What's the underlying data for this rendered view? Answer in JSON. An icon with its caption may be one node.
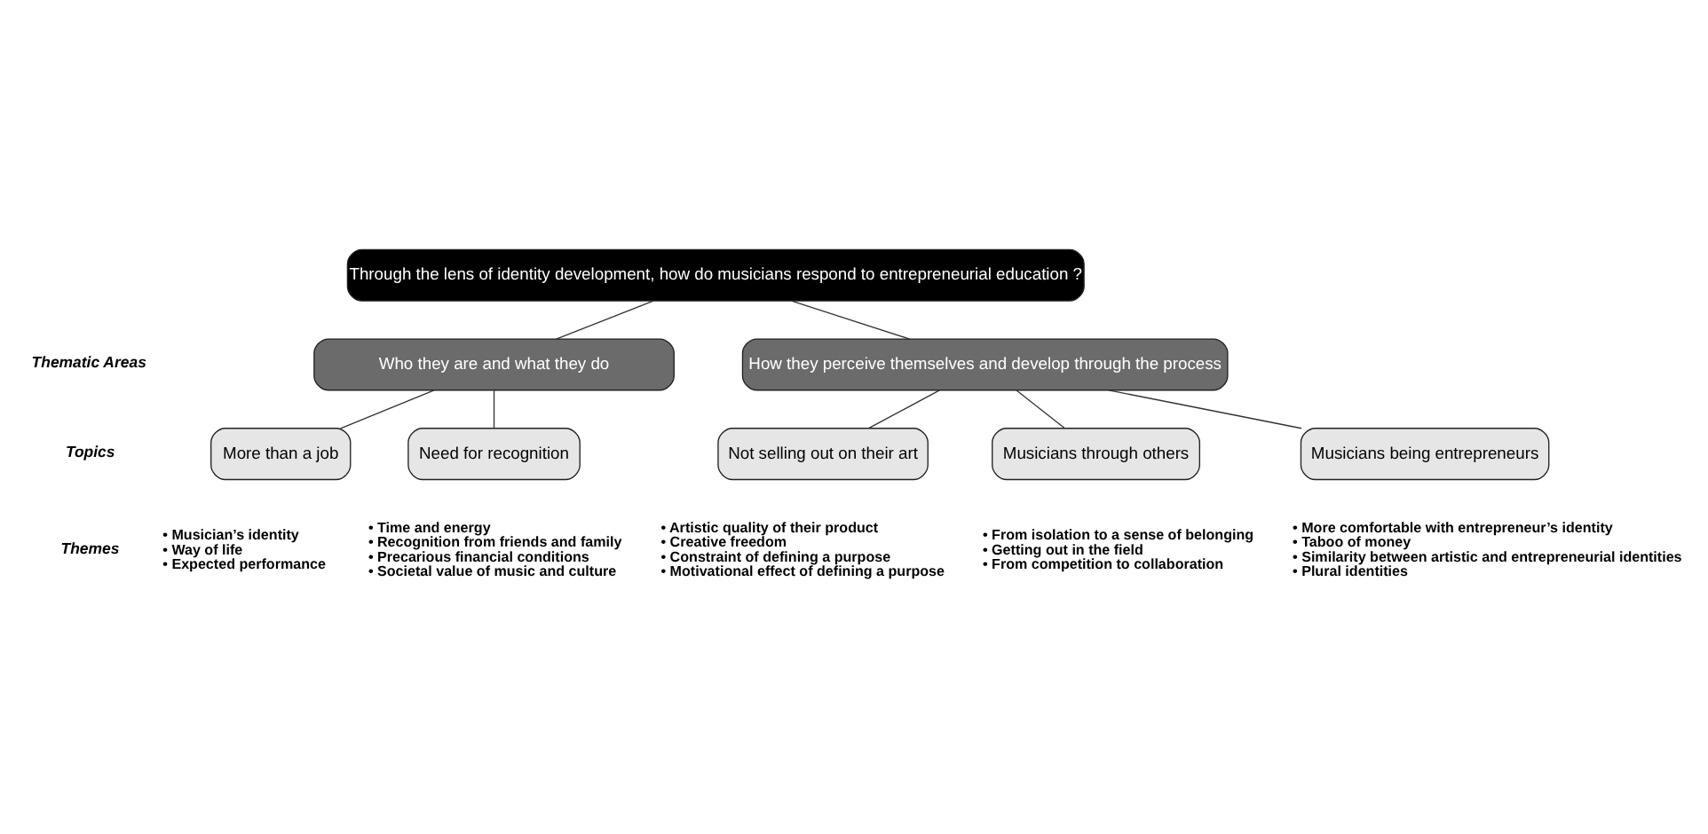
{
  "diagram": {
    "nodes": [
      {
        "text": [
          "Through the lens of identity development, how do musicians respond to entrepreneurial education ?"
        ]
      },
      {
        "text": [
          "Who they are and what they do"
        ]
      },
      {
        "text": [
          "How they perceive themselves and develop through the process"
        ]
      },
      {
        "text": [
          "More than a job"
        ]
      },
      {
        "text": [
          "Need for recognition"
        ]
      },
      {
        "text": [
          "Not selling out on their art"
        ]
      },
      {
        "text": [
          "Musicians through others"
        ]
      },
      {
        "text": [
          "Musicians being entrepreneurs"
        ]
      }
    ],
    "edges": [
      {
        "from": 0,
        "to": 1,
        "arrow": "none"
      },
      {
        "from": 0,
        "to": 2,
        "arrow": "none"
      },
      {
        "from": 1,
        "to": 3,
        "arrow": "none"
      },
      {
        "from": 1,
        "to": 4,
        "arrow": "none"
      },
      {
        "from": 2,
        "to": 5,
        "arrow": "none"
      },
      {
        "from": 2,
        "to": 6,
        "arrow": "none"
      },
      {
        "from": 2,
        "to": 7,
        "arrow": "none"
      }
    ],
    "labels": [
      "Thematic Areas",
      "Topics",
      "Themes",
      "• Musician’s identity",
      "• Way of life",
      "• Expected performance",
      "• Time and energy",
      "• Recognition from friends and family",
      "• Precarious financial conditions",
      "• Societal value of music and culture",
      "• Artistic quality of their product",
      "• Creative freedom",
      "• Constraint of defining a purpose",
      "• Motivational effect of defining a purpose",
      "• From isolation to a sense of belonging",
      "• Getting out in the field",
      "• From competition to collaboration",
      "• More comfortable with entrepreneur’s identity",
      "• Taboo of money",
      "• Similarity between artistic and entrepreneurial identities",
      "• Plural identities"
    ]
  }
}
